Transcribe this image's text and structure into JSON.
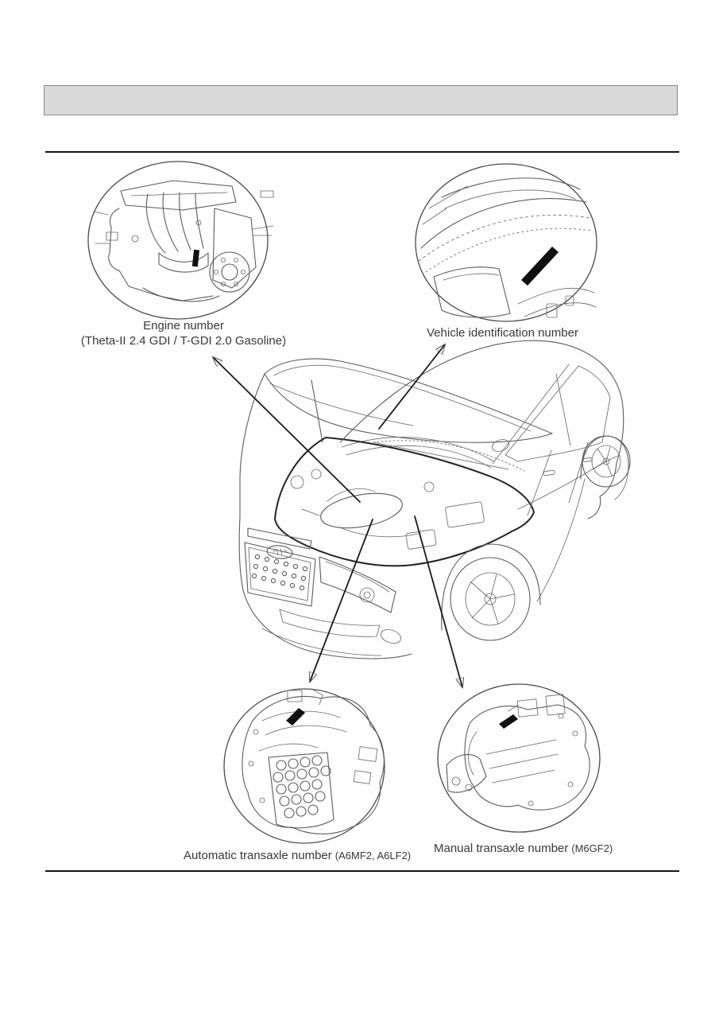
{
  "document": {
    "section_header": "",
    "figure": {
      "callouts": {
        "engine": {
          "title": "Engine number",
          "subtitle": "(Theta-II 2.4 GDI / T-GDI 2.0 Gasoline)"
        },
        "vin": {
          "title": "Vehicle identification number"
        },
        "automatic_transaxle": {
          "title": "Automatic transaxle number",
          "codes": "(A6MF2, A6LF2)"
        },
        "manual_transaxle": {
          "title": "Manual transaxle number",
          "codes": "(M6GF2)"
        }
      },
      "colors": {
        "line_art": "#5c5c5c",
        "dark_line": "#232323",
        "marker_fill": "#101010",
        "arrow": "#1a1a1a",
        "header_fill": "#d9d9d9",
        "header_border": "#8a8a8a",
        "rule": "#151515",
        "text": "#383838"
      }
    }
  }
}
